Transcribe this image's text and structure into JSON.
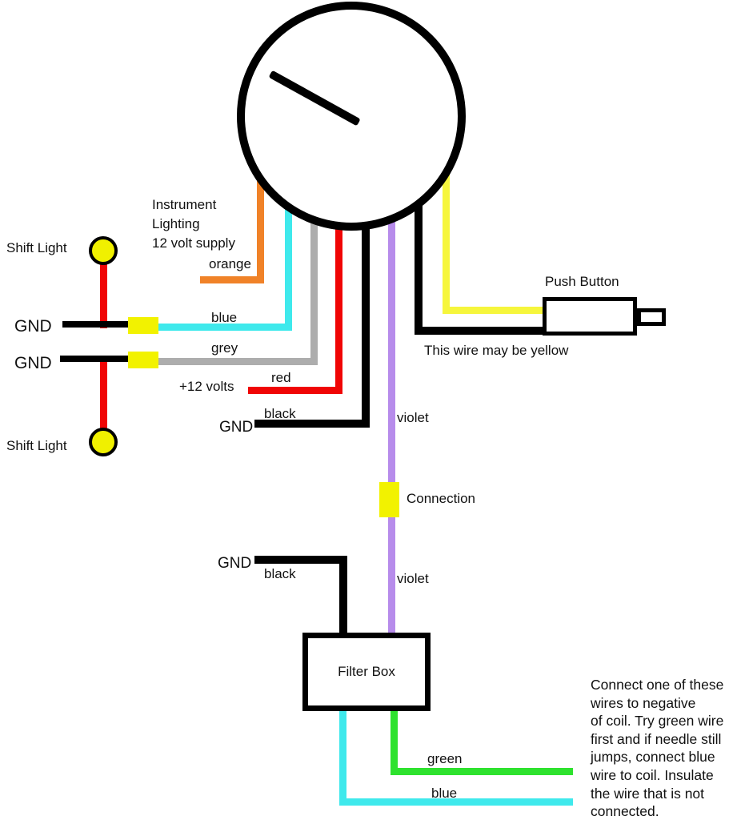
{
  "title": "Tachometer gauge wiring diagram",
  "colors": {
    "orange": "#F08228",
    "blue": "#3FE9EC",
    "grey": "#ADADAD",
    "red": "#F00505",
    "black": "#000000",
    "violet": "#B78CEB",
    "yellow": "#F6F63C",
    "green": "#2EE22E",
    "connector": "#F2F200",
    "shift_light": "#F0F000"
  },
  "labels": {
    "instrument_lighting": "Instrument\nLighting\n12 volt supply",
    "orange": "orange",
    "shift_light_top": "Shift Light",
    "shift_light_bottom": "Shift Light",
    "gnd_row1": "GND",
    "gnd_row2": "GND",
    "blue": "blue",
    "grey": "grey",
    "plus_12_volts": "+12 volts",
    "red": "red",
    "gnd_gauge": "GND",
    "black_gauge": "black",
    "violet_upper": "violet",
    "push_button": "Push Button",
    "yellow_note": "This wire may be yellow",
    "connection": "Connection",
    "gnd_filter": "GND",
    "black_filter": "black",
    "violet_lower": "violet",
    "filter_box": "Filter Box",
    "green": "green",
    "blue_bottom": "blue",
    "coil_note": "Connect one of these\nwires to negative\nof coil.  Try green wire\nfirst and if needle still\njumps, connect blue\nwire to coil.  Insulate\nthe wire that is not\nconnected."
  }
}
